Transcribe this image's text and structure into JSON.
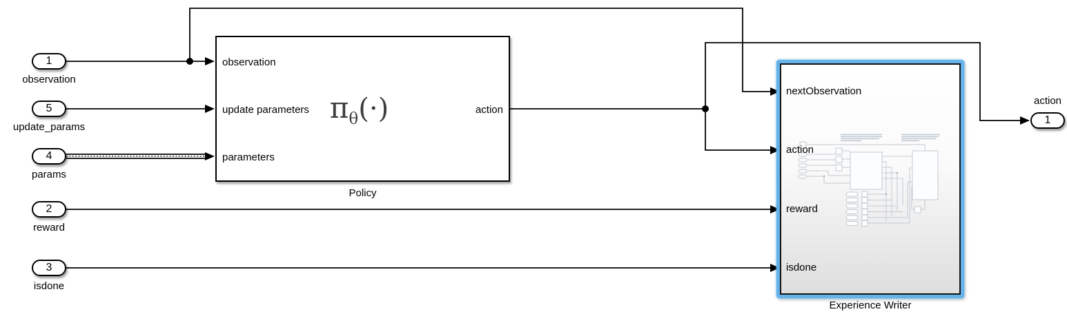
{
  "inports": [
    {
      "number": "1",
      "label": "observation"
    },
    {
      "number": "5",
      "label": "update_params"
    },
    {
      "number": "4",
      "label": "params"
    },
    {
      "number": "2",
      "label": "reward"
    },
    {
      "number": "3",
      "label": "isdone"
    }
  ],
  "policy_block": {
    "title": "Policy",
    "symbol": {
      "pi": "π",
      "sub": "θ",
      "args": "(·)"
    },
    "input_ports": [
      "observation",
      "update parameters",
      "parameters"
    ],
    "output_ports": [
      "action"
    ]
  },
  "experience_writer_block": {
    "title": "Experience Writer",
    "input_ports": [
      "nextObservation",
      "action",
      "reward",
      "isdone"
    ],
    "selected": true
  },
  "outports": [
    {
      "number": "1",
      "label": "action"
    }
  ],
  "colors": {
    "selection_blue": "#66b2ea",
    "wire": "#000000",
    "block_background": "#ffffff",
    "symbol_gray": "#3d3d3d",
    "preview_gray": "#c2cad2"
  }
}
